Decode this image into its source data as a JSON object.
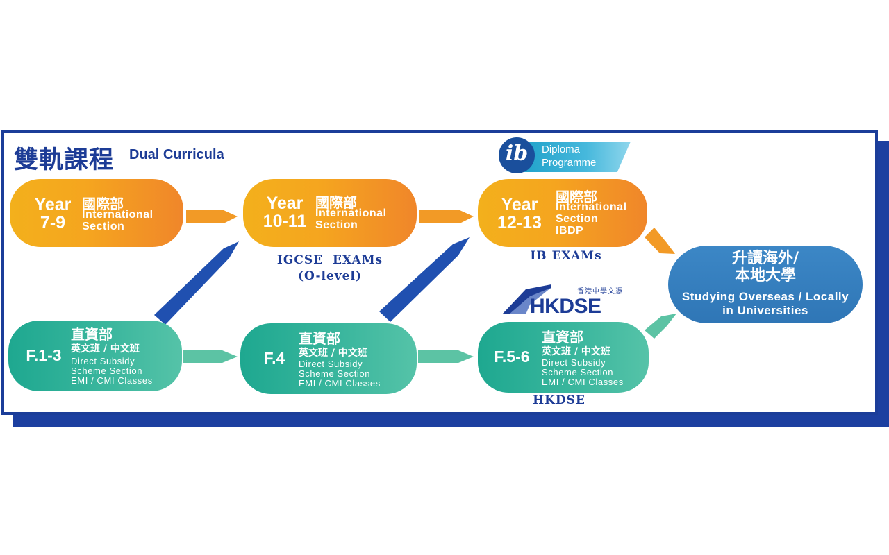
{
  "title": {
    "zh": "雙軌課程",
    "en": "Dual Curricula"
  },
  "international": [
    {
      "level": "Year\n7-9",
      "zh": "國際部",
      "en": "International\nSection"
    },
    {
      "level": "Year\n10-11",
      "zh": "國際部",
      "en": "International\nSection"
    },
    {
      "level": "Year\n12-13",
      "zh": "國際部",
      "en": "International\nSection\nIBDP"
    }
  ],
  "dss": [
    {
      "level": "F.1-3",
      "zh": "直資部",
      "sub_zh": "英文班 / 中文班",
      "en": "Direct Subsidy\nScheme Section\nEMI / CMI Classes"
    },
    {
      "level": "F.4",
      "zh": "直資部",
      "sub_zh": "英文班 / 中文班",
      "en": "Direct Subsidy\nScheme Section\nEMI / CMI Classes"
    },
    {
      "level": "F.5-6",
      "zh": "直資部",
      "sub_zh": "英文班 / 中文班",
      "en": "Direct Subsidy\nScheme Section\nEMI / CMI Classes"
    }
  ],
  "exams": {
    "igcse": "IGCSE  EXAMs\n(O-level)",
    "ib": "IB  EXAMs",
    "hkdse": "HKDSE"
  },
  "destination": {
    "zh": "升讀海外/\n本地大學",
    "en": "Studying Overseas / Locally\nin Universities"
  },
  "logos": {
    "ib": {
      "letters": "ib",
      "line1": "Diploma",
      "line2": "Programme"
    },
    "hkdse": {
      "word": "HKDSE",
      "zh": "香港中學文憑"
    }
  },
  "colors": {
    "navy": "#1d3c96",
    "orange": "#f0862a",
    "teal": "#2fb196",
    "blue": "#3c87c6"
  }
}
